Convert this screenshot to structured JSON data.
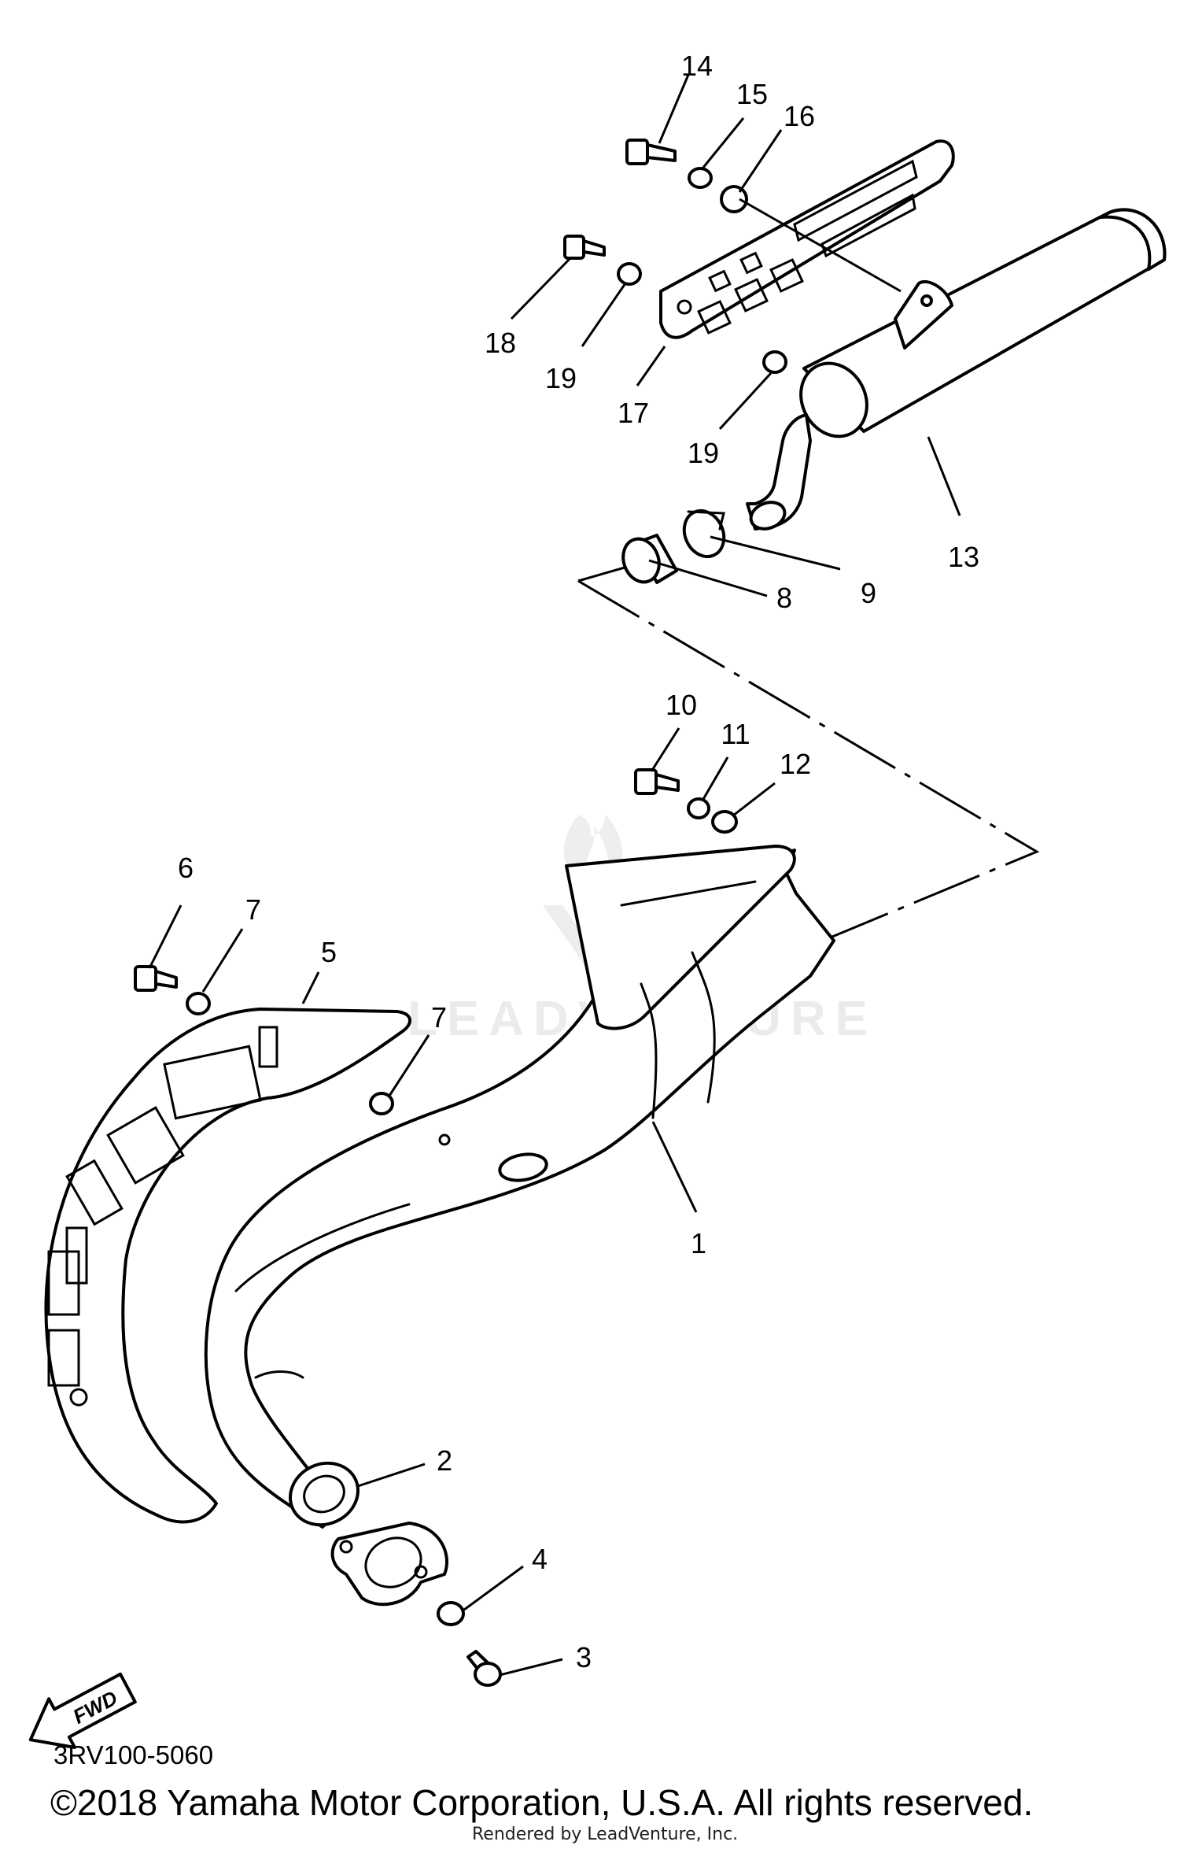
{
  "diagram": {
    "callouts": [
      {
        "id": "1",
        "text": "1"
      },
      {
        "id": "2",
        "text": "2"
      },
      {
        "id": "3",
        "text": "3"
      },
      {
        "id": "4",
        "text": "4"
      },
      {
        "id": "5",
        "text": "5"
      },
      {
        "id": "6",
        "text": "6"
      },
      {
        "id": "7a",
        "text": "7"
      },
      {
        "id": "7b",
        "text": "7"
      },
      {
        "id": "8",
        "text": "8"
      },
      {
        "id": "9",
        "text": "9"
      },
      {
        "id": "10",
        "text": "10"
      },
      {
        "id": "11",
        "text": "11"
      },
      {
        "id": "12",
        "text": "12"
      },
      {
        "id": "13",
        "text": "13"
      },
      {
        "id": "14",
        "text": "14"
      },
      {
        "id": "15",
        "text": "15"
      },
      {
        "id": "16",
        "text": "16"
      },
      {
        "id": "17",
        "text": "17"
      },
      {
        "id": "18",
        "text": "18"
      },
      {
        "id": "19a",
        "text": "19"
      },
      {
        "id": "19b",
        "text": "19"
      }
    ],
    "fwd_label": "FWD",
    "diagram_code": "3RV100-5060"
  },
  "watermark": {
    "text": "LEADVENTURE"
  },
  "footer": {
    "copyright": "©2018 Yamaha Motor Corporation, U.S.A. All rights reserved.",
    "rendered_by": "Rendered by LeadVenture, Inc."
  }
}
